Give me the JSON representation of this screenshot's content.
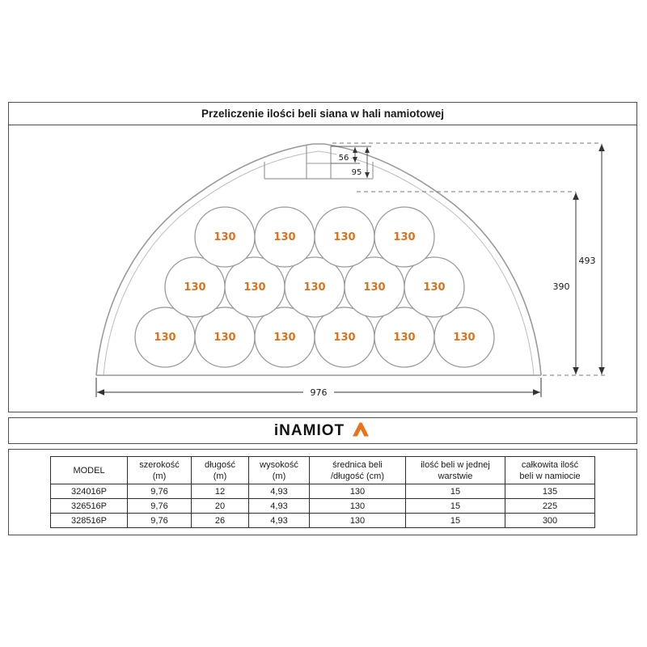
{
  "title": "Przeliczenie ilości beli siana w hali namiotowej",
  "logo": {
    "text": "iNAMIOT",
    "accent_color": "#e8731a"
  },
  "diagram": {
    "bale_label": "130",
    "dim_width": "976",
    "dim_total_height": "493",
    "dim_wall_height": "390",
    "dim_vent_small": "56",
    "dim_vent_large": "95"
  },
  "table": {
    "headers": [
      {
        "line1": "MODEL",
        "line2": ""
      },
      {
        "line1": "szerokość",
        "line2": "(m)"
      },
      {
        "line1": "długość",
        "line2": "(m)"
      },
      {
        "line1": "wysokość",
        "line2": "(m)"
      },
      {
        "line1": "średnica beli",
        "line2": "/długość (cm)"
      },
      {
        "line1": "ilość beli w jednej",
        "line2": "warstwie"
      },
      {
        "line1": "całkowita ilość",
        "line2": "beli w namiocie"
      }
    ],
    "rows": [
      [
        "324016P",
        "9,76",
        "12",
        "4,93",
        "130",
        "15",
        "135"
      ],
      [
        "326516P",
        "9,76",
        "20",
        "4,93",
        "130",
        "15",
        "225"
      ],
      [
        "328516P",
        "9,76",
        "26",
        "4,93",
        "130",
        "15",
        "300"
      ]
    ]
  }
}
